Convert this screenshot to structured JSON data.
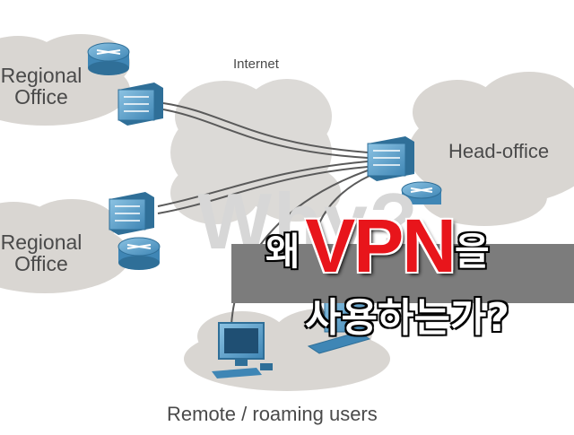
{
  "labels": {
    "regional_office_1": "Regional Office",
    "regional_office_2": "Regional Office",
    "head_office": "Head-office",
    "internet": "Internet",
    "remote_users": "Remote / roaming users"
  },
  "overlay": {
    "watermark": "Why?",
    "headline_prefix": "왜",
    "headline_highlight": "VPN",
    "headline_suffix": "을",
    "headline_line2": "사용하는가?"
  },
  "colors": {
    "cloud": "#d9d6d2",
    "device": "#5b9bc3",
    "device_edge": "#2f6f98",
    "link": "#5a5a5a",
    "highlight": "#e8151b",
    "banner": "#7c7c7c"
  },
  "icons": [
    "router-icon",
    "firewall-icon",
    "desktop-computer-icon",
    "laptop-icon",
    "cloud-icon"
  ]
}
